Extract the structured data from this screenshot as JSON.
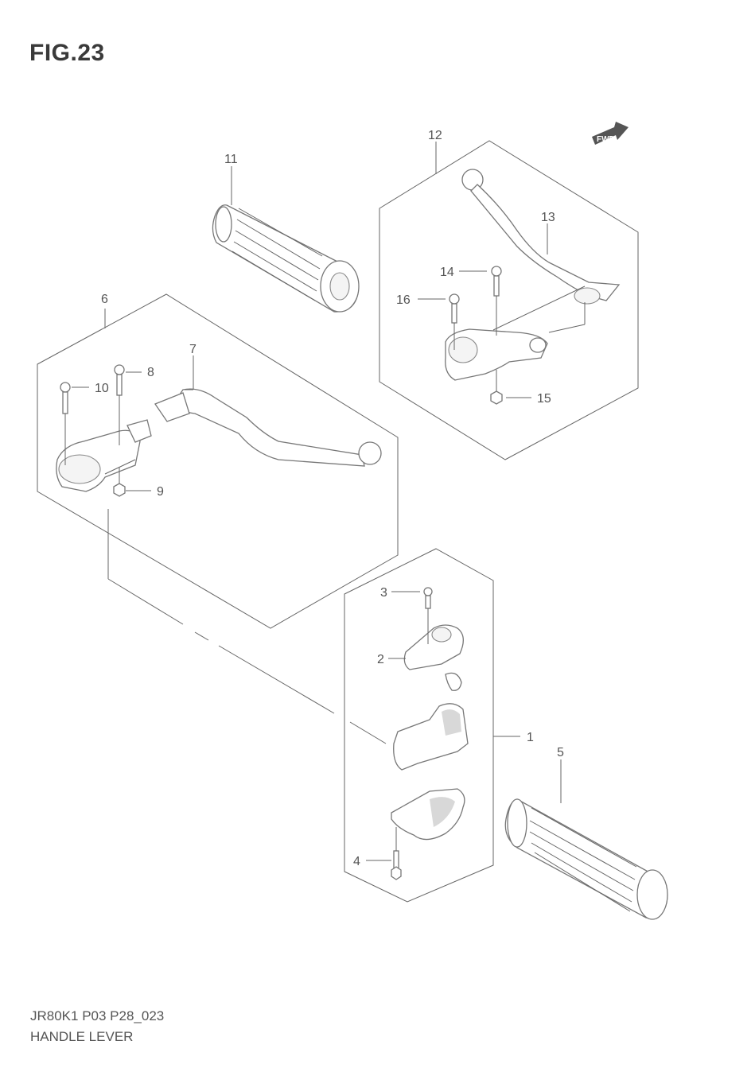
{
  "title": "FIG.23",
  "footer": {
    "code": "JR80K1 P03 P28_023",
    "name": "HANDLE LEVER"
  },
  "fwd_badge": "FWD",
  "callouts": {
    "c1": "1",
    "c2": "2",
    "c3": "3",
    "c4": "4",
    "c5": "5",
    "c6": "6",
    "c7": "7",
    "c8": "8",
    "c9": "9",
    "c10": "10",
    "c11": "11",
    "c12": "12",
    "c13": "13",
    "c14": "14",
    "c15": "15",
    "c16": "16"
  },
  "colors": {
    "line": "#666666",
    "part_outline": "#777777",
    "shade": "#d8d8d8"
  }
}
